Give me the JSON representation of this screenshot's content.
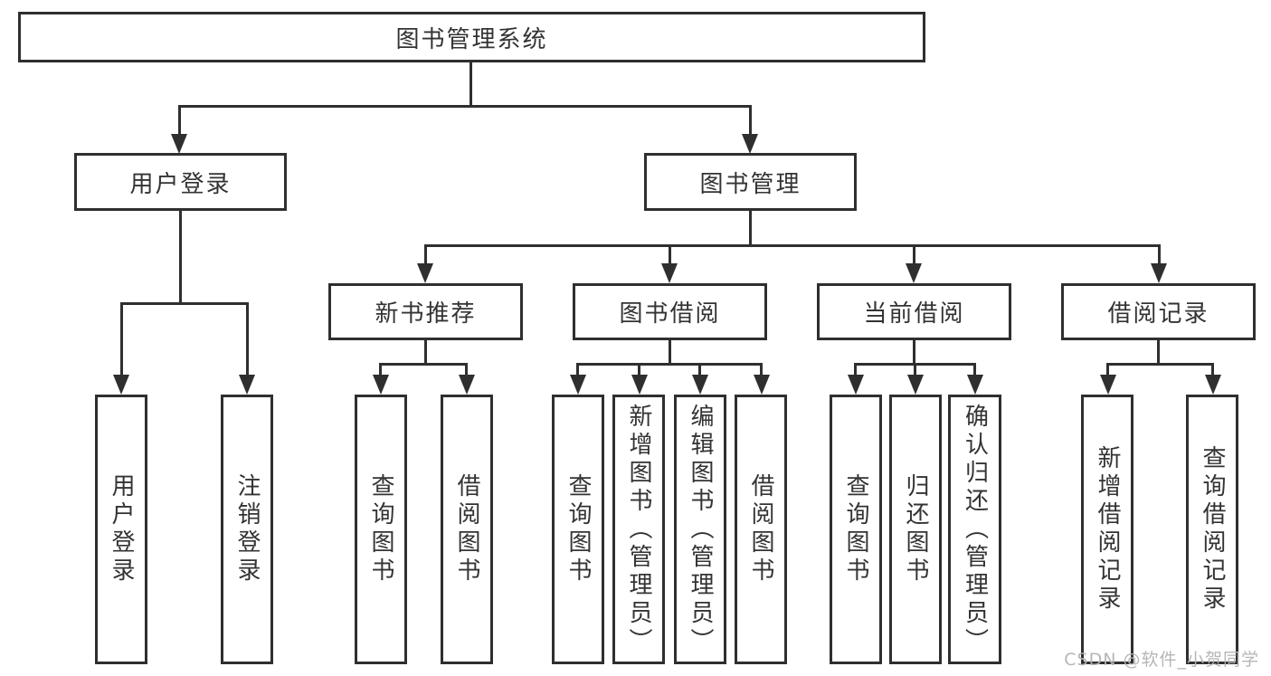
{
  "diagram": {
    "title": "图书管理系统",
    "root_label": "图书管理系统",
    "branches": [
      {
        "label": "用户登录",
        "children": [
          "用户登录",
          "注销登录"
        ]
      },
      {
        "label": "图书管理",
        "groups": [
          {
            "label": "新书推荐",
            "children": [
              "查询图书",
              "借阅图书"
            ]
          },
          {
            "label": "图书借阅",
            "children": [
              "查询图书",
              "新增图书（管理员）",
              "编辑图书（管理员）",
              "借阅图书"
            ]
          },
          {
            "label": "当前借阅",
            "children": [
              "查询图书",
              "归还图书",
              "确认归还（管理员）"
            ]
          },
          {
            "label": "借阅记录",
            "children": [
              "新增借阅记录",
              "查询借阅记录"
            ]
          }
        ]
      }
    ]
  },
  "watermark": "CSDN @软件_小贺同学",
  "colors": {
    "line": "#2f2f2f",
    "text": "#333333",
    "box_background": "#ffffff",
    "watermark": "#b2b2b2"
  }
}
